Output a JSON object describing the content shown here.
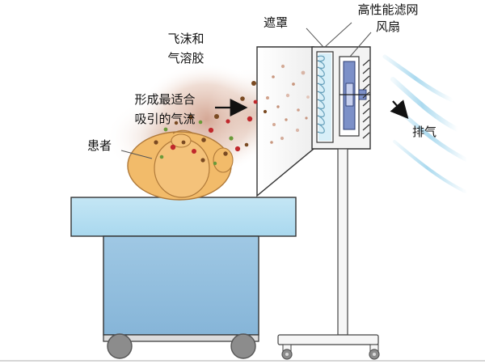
{
  "labels": {
    "hood": "遮罩",
    "hepa_filter": "高性能滤网",
    "fan": "风扇",
    "droplets_line1": "飞沫和",
    "droplets_line2": "气溶胶",
    "airflow_line1": "形成最适合",
    "airflow_line2": "吸引的气流",
    "patient": "患者",
    "exhaust": "排气"
  },
  "colors": {
    "table_top": "#b8dff0",
    "table_base": "#8dbbdc",
    "patient_head": "#f2bb6a",
    "patient_outline": "#b07a3a",
    "hood_fill": "#f4f4f4",
    "filter": "#a9dcef",
    "fan_unit": "#7c90c8",
    "exhaust_wind": "#a7d8ee",
    "aerosol_cloud": "#c9876a",
    "particle_red": "#c0282c",
    "particle_brown": "#7a4a22",
    "particle_green": "#6a9a3a",
    "arrow": "#111111",
    "wheel": "#8c8c8c"
  },
  "icons": {
    "fan": "fan-icon",
    "arrow": "arrow-right-icon",
    "wheel": "wheel-icon"
  }
}
